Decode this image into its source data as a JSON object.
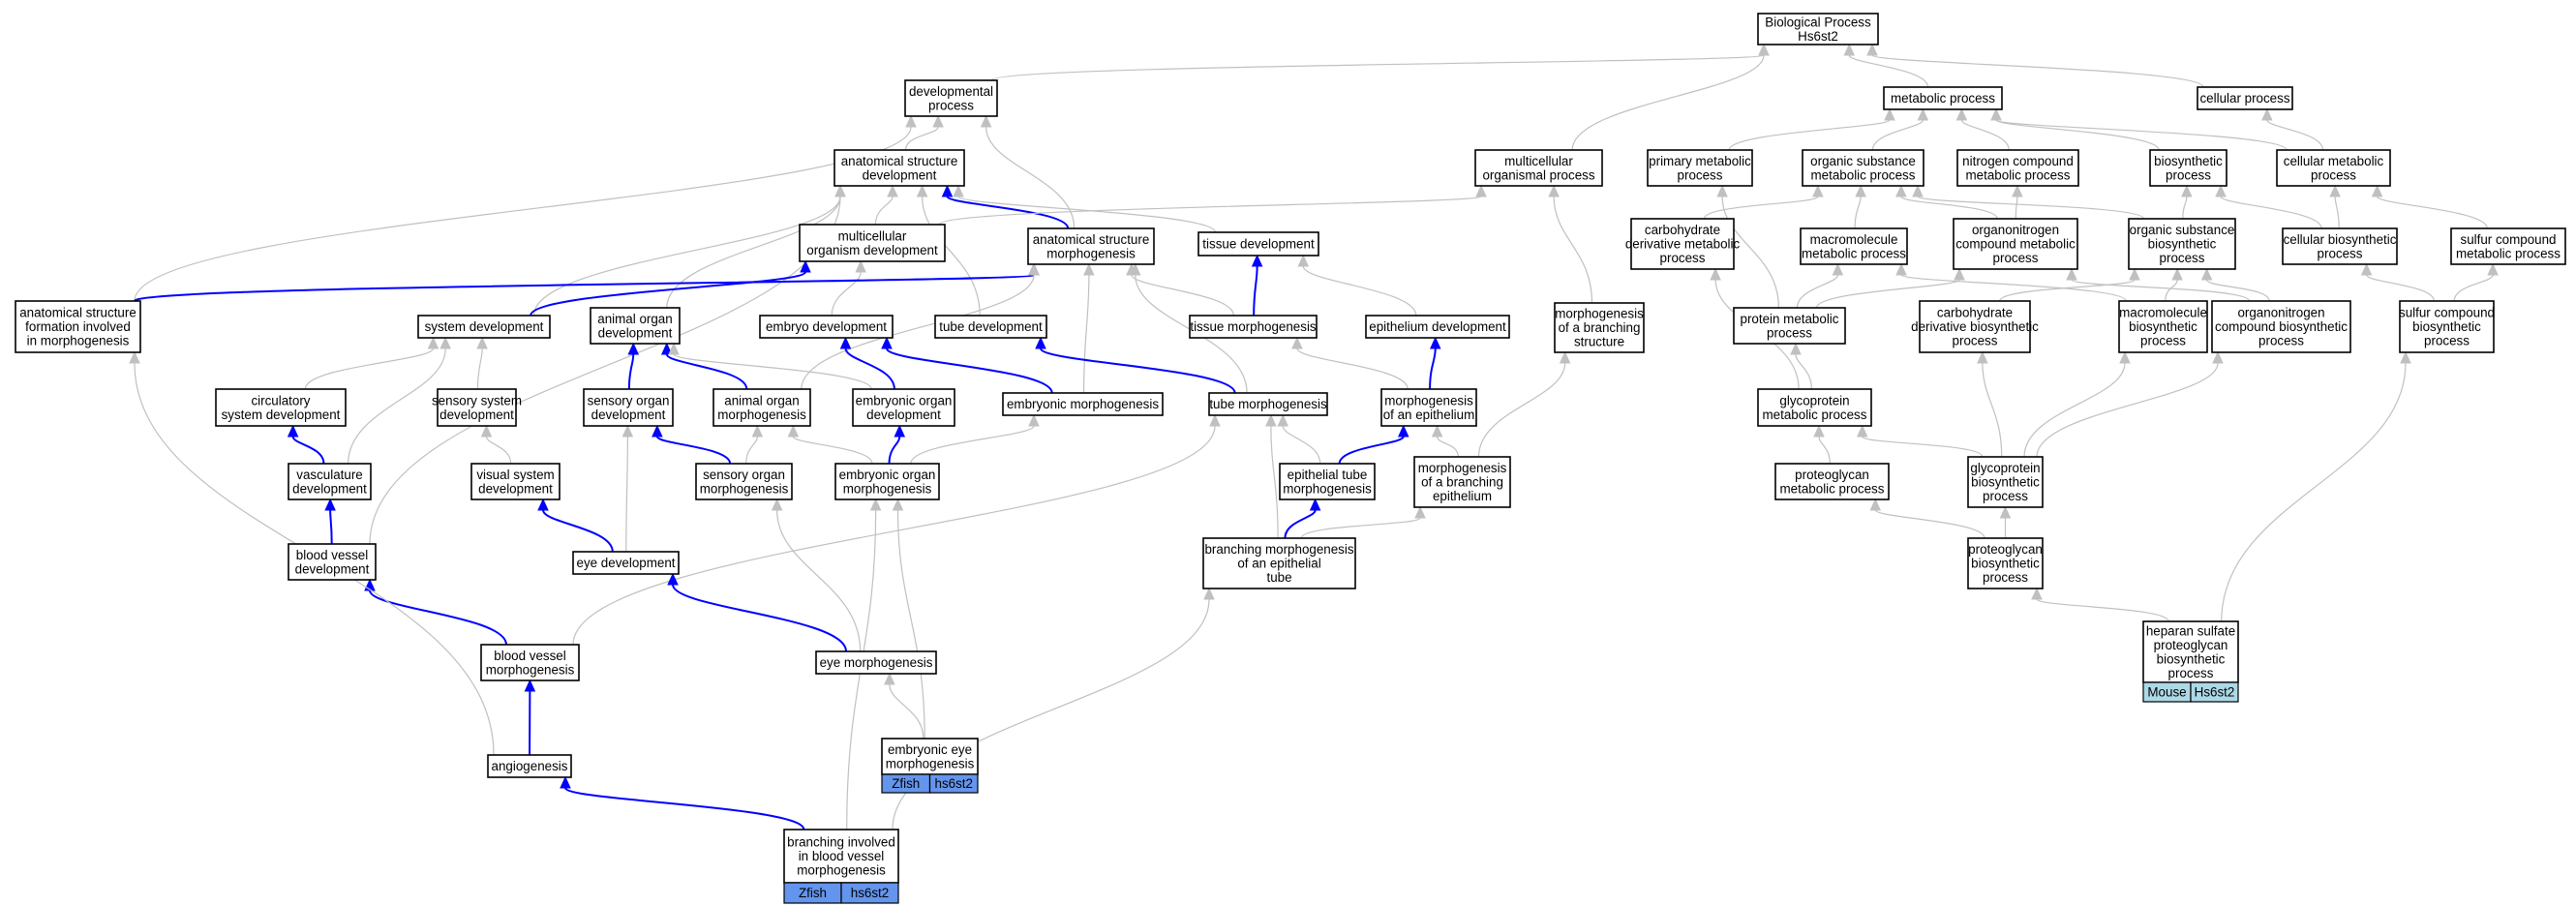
{
  "colors": {
    "edge_default": "#c0c0c0",
    "edge_highlight": "#0000ff",
    "species_zfish": "#6495ed",
    "species_mouse": "#add8e6"
  },
  "nodes": {
    "bp": [
      "Biological Process",
      "Hs6st2"
    ],
    "devproc": [
      "developmental",
      "process"
    ],
    "metab": [
      "metabolic process"
    ],
    "cellproc": [
      "cellular process"
    ],
    "asd": [
      "anatomical structure",
      "development"
    ],
    "mop": [
      "multicellular",
      "organismal process"
    ],
    "pmp": [
      "primary metabolic",
      "process"
    ],
    "osmp": [
      "organic substance",
      "metabolic process"
    ],
    "ncmp": [
      "nitrogen compound",
      "metabolic process"
    ],
    "biosyn": [
      "biosynthetic",
      "process"
    ],
    "cmp": [
      "cellular metabolic",
      "process"
    ],
    "mod": [
      "multicellular",
      "organism development"
    ],
    "asm": [
      "anatomical structure",
      "morphogenesis"
    ],
    "tissdev": [
      "tissue development"
    ],
    "cdmp": [
      "carbohydrate",
      "derivative metabolic",
      "process"
    ],
    "mmp": [
      "macromolecule",
      "metabolic process"
    ],
    "oncmp": [
      "organonitrogen",
      "compound metabolic",
      "process"
    ],
    "osbp": [
      "organic substance",
      "biosynthetic",
      "process"
    ],
    "cbp": [
      "cellular biosynthetic",
      "process"
    ],
    "scmp": [
      "sulfur compound",
      "metabolic process"
    ],
    "asfim": [
      "anatomical structure",
      "formation involved",
      "in morphogenesis"
    ],
    "sysdev": [
      "system development"
    ],
    "aod": [
      "animal organ",
      "development"
    ],
    "embdev": [
      "embryo development"
    ],
    "tubedev": [
      "tube development"
    ],
    "tissmorph": [
      "tissue morphogenesis"
    ],
    "epidev": [
      "epithelium development"
    ],
    "mobs": [
      "morphogenesis",
      "of a branching",
      "structure"
    ],
    "protmp": [
      "protein metabolic",
      "process"
    ],
    "cdbp": [
      "carbohydrate",
      "derivative biosynthetic",
      "process"
    ],
    "mbp": [
      "macromolecule",
      "biosynthetic",
      "process"
    ],
    "oncbp": [
      "organonitrogen",
      "compound biosynthetic",
      "process"
    ],
    "scbp": [
      "sulfur compound",
      "biosynthetic",
      "process"
    ],
    "circdev": [
      "circulatory",
      "system development"
    ],
    "ssd": [
      "sensory system",
      "development"
    ],
    "sod": [
      "sensory organ",
      "development"
    ],
    "aom": [
      "animal organ",
      "morphogenesis"
    ],
    "eod": [
      "embryonic organ",
      "development"
    ],
    "embmorph": [
      "embryonic morphogenesis"
    ],
    "tubemorph": [
      "tube morphogenesis"
    ],
    "moae": [
      "morphogenesis",
      "of an epithelium"
    ],
    "gpmp": [
      "glycoprotein",
      "metabolic process"
    ],
    "vascdev": [
      "vasculature",
      "development"
    ],
    "vsd": [
      "visual system",
      "development"
    ],
    "som": [
      "sensory organ",
      "morphogenesis"
    ],
    "eom": [
      "embryonic organ",
      "morphogenesis"
    ],
    "etm": [
      "epithelial tube",
      "morphogenesis"
    ],
    "mobe": [
      "morphogenesis",
      "of a branching",
      "epithelium"
    ],
    "pgmp": [
      "proteoglycan",
      "metabolic process"
    ],
    "gpbp": [
      "glycoprotein",
      "biosynthetic",
      "process"
    ],
    "bvd": [
      "blood vessel",
      "development"
    ],
    "eyedev": [
      "eye development"
    ],
    "bmet": [
      "branching morphogenesis",
      "of an epithelial",
      "tube"
    ],
    "pgbp": [
      "proteoglycan",
      "biosynthetic",
      "process"
    ],
    "bvm": [
      "blood vessel",
      "morphogenesis"
    ],
    "eyem": [
      "eye morphogenesis"
    ],
    "hspg": [
      "heparan sulfate",
      "proteoglycan",
      "biosynthetic",
      "process"
    ],
    "angio": [
      "angiogenesis"
    ],
    "eem": [
      "embryonic eye",
      "morphogenesis"
    ],
    "bibvm": [
      "branching involved",
      "in blood vessel",
      "morphogenesis"
    ]
  },
  "annotations": {
    "hspg": [
      "Mouse",
      "Hs6st2"
    ],
    "eem": [
      "Zfish",
      "hs6st2"
    ],
    "bibvm": [
      "Zfish",
      "hs6st2"
    ]
  }
}
